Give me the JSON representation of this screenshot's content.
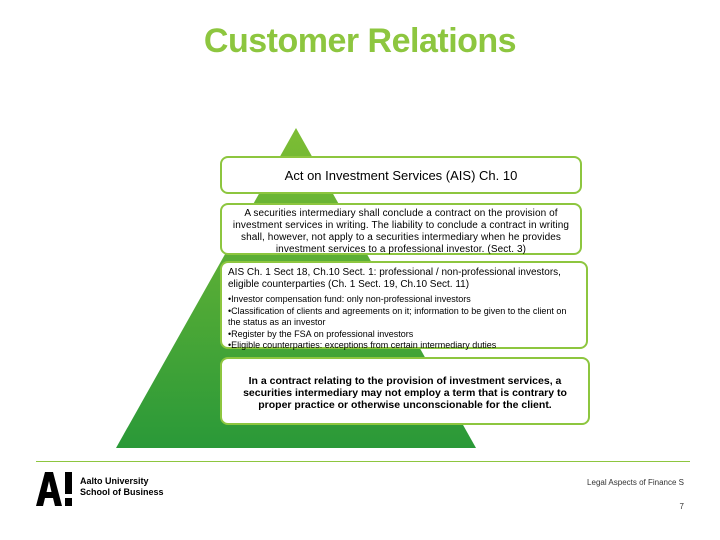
{
  "title": "Customer Relations",
  "boxes": {
    "box1": "Act on Investment Services (AIS) Ch. 10",
    "box2": "A securities intermediary shall conclude a contract on the provision of investment services in writing. The liability to conclude a contract in writing shall, however, not apply to a securities intermediary when he provides investment services to a professional investor. (Sect. 3)",
    "box3": {
      "intro": "AIS Ch. 1 Sect 18, Ch.10 Sect. 1: professional / non-professional investors, eligible counterparties (Ch. 1 Sect. 19, Ch.10 Sect. 11)",
      "bullets": [
        "•Investor compensation fund: only non-professional investors",
        "•Classification of clients and agreements on it; information to be given to the client on the status as an investor",
        "•Register by the FSA on professional investors",
        "•Eligible counterparties: exceptions from certain intermediary duties"
      ]
    },
    "box4": "In a contract relating to the provision of investment services, a securities intermediary may not employ a term that is contrary to proper practice or otherwise unconscionable for the client."
  },
  "footer": {
    "university_line1": "Aalto University",
    "university_line2": "School of Business",
    "course": "Legal Aspects of Finance S",
    "page_number": "7"
  },
  "colors": {
    "accent": "#8dc63f",
    "pyramid_top": "#6fb52c",
    "pyramid_bottom": "#2f9a3a"
  }
}
